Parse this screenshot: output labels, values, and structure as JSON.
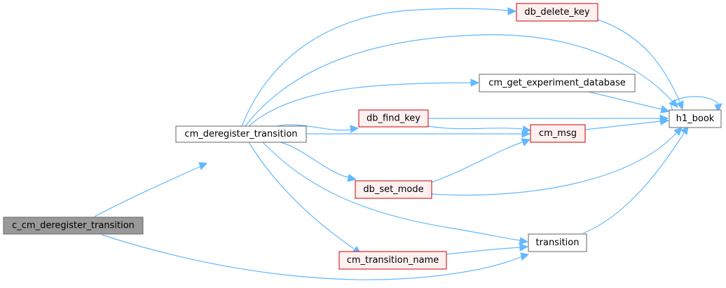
{
  "nodes": {
    "c_cm_deregister_transition": "c_cm_deregister_transition",
    "cm_deregister_transition": "cm_deregister_transition",
    "db_delete_key": "db_delete_key",
    "cm_get_experiment_database": "cm_get_experiment_database",
    "db_find_key": "db_find_key",
    "cm_msg": "cm_msg",
    "db_set_mode": "db_set_mode",
    "cm_transition_name": "cm_transition_name",
    "transition": "transition",
    "h1_book": "h1_book"
  },
  "colors": {
    "edge": "#63b8ff",
    "current_fill": "#999999",
    "red_border": "#cc0000",
    "red_fill": "#fff0f0",
    "normal_border": "#666666"
  }
}
